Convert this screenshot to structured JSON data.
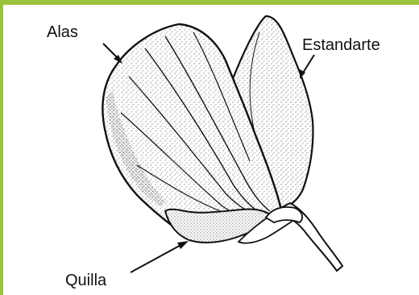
{
  "labels": {
    "wings": "Alas",
    "standard": "Estandarte",
    "keel": "Quilla"
  },
  "colors": {
    "frame_accent": "#9bc23c",
    "ink": "#111111",
    "background": "#ffffff"
  }
}
